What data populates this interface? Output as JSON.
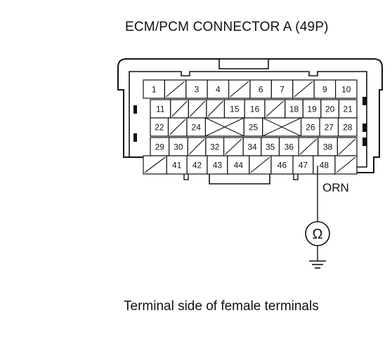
{
  "title": "ECM/PCM CONNECTOR A (49P)",
  "caption": "Terminal side of female terminals",
  "wire_color": "ORN",
  "meter_symbol": "Ω",
  "meter_icon": "ohmmeter-icon",
  "ground_icon": "ground-icon",
  "probe_terminal": "48",
  "rows": [
    [
      "1",
      "/",
      "3",
      "4",
      "/",
      "6",
      "7",
      "/",
      "9",
      "10"
    ],
    [
      "11",
      "/",
      "/",
      "/",
      "15",
      "16",
      "/",
      "18",
      "19",
      "20",
      "21"
    ],
    [
      "22",
      "/",
      "24",
      "X",
      "25",
      "X",
      "26",
      "27",
      "28"
    ],
    [
      "29",
      "30",
      "/",
      "32",
      "/",
      "34",
      "35",
      "36",
      "/",
      "38",
      "/"
    ],
    [
      "/",
      "41",
      "42",
      "43",
      "44",
      "/",
      "46",
      "47",
      "48",
      "/"
    ]
  ]
}
